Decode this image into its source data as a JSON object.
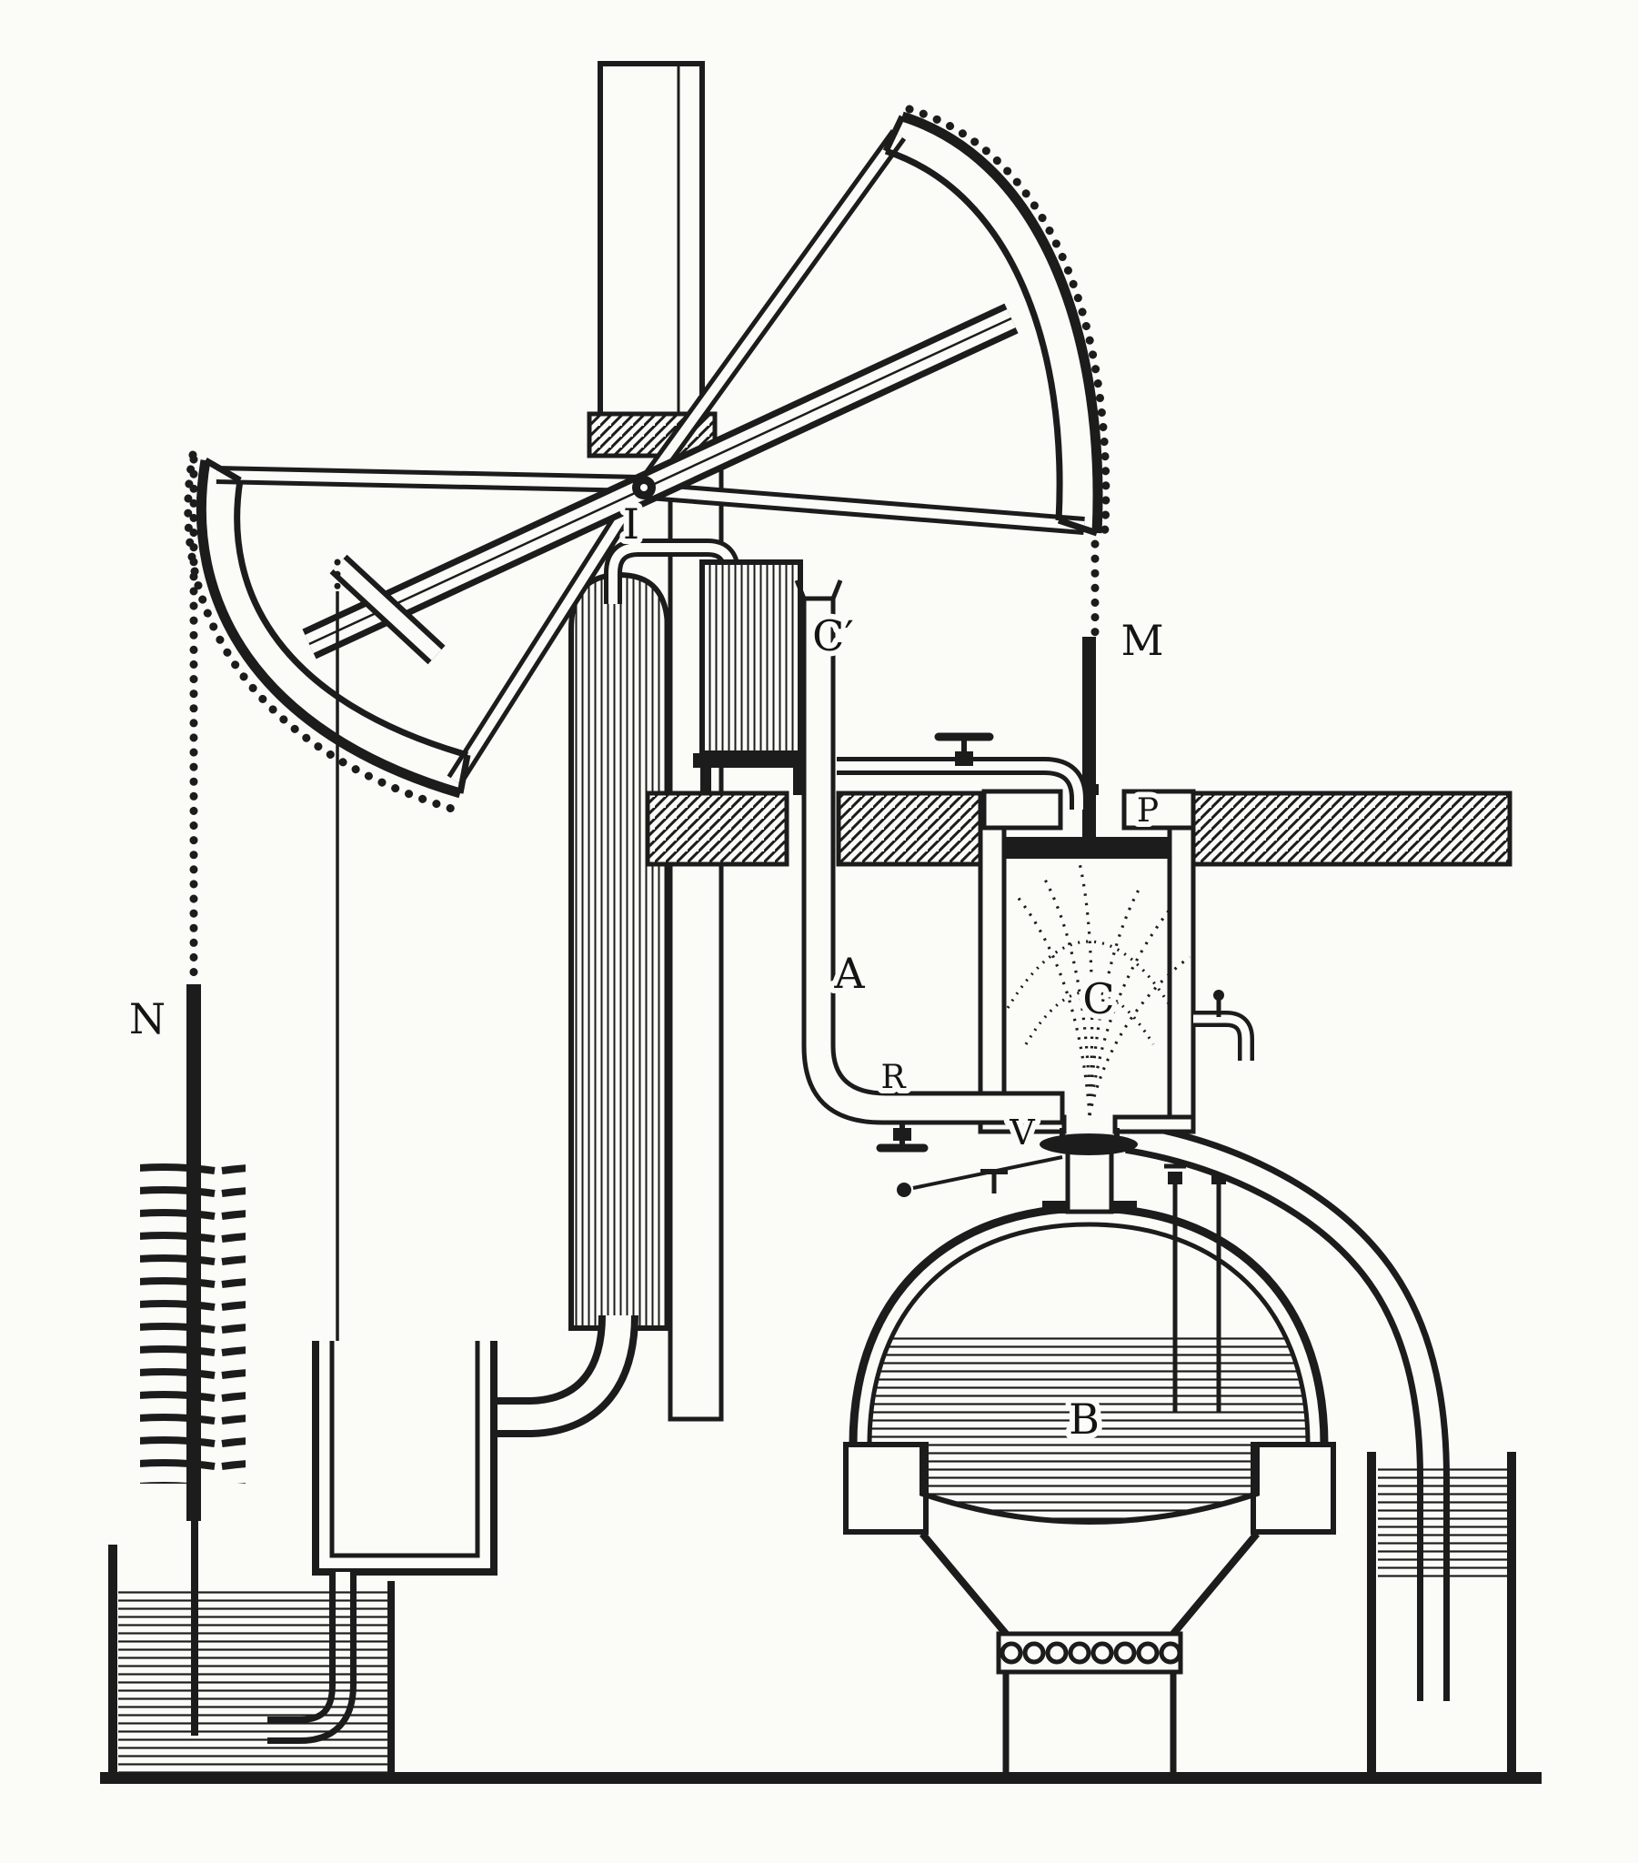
{
  "figure": {
    "kind": "engraved technical diagram",
    "subject": "Single-acting beam steam engine, sectional view",
    "background": "#fbfbf8",
    "ink": "#1c1c1c"
  },
  "labels": {
    "beam_pivot": "I",
    "feed_cistern": "C′",
    "piston_chain": "M",
    "piston": "P",
    "injection_pipe": "A",
    "injection_cock": "R",
    "cylinder": "C",
    "steam_valve": "V",
    "pump_rod": "N",
    "boiler": "B"
  }
}
